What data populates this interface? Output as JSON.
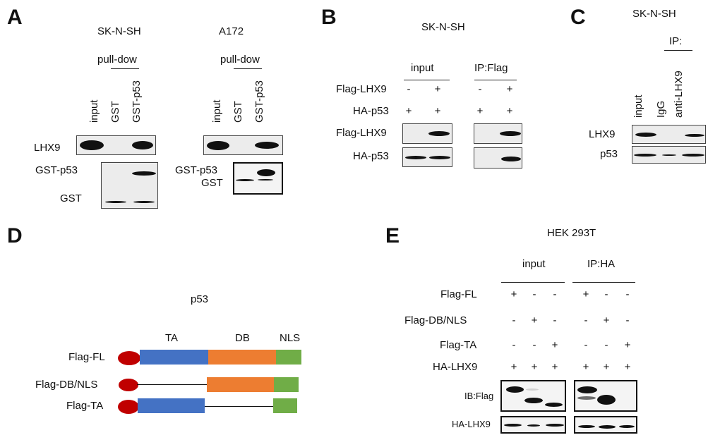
{
  "panels": {
    "A": {
      "label": "A",
      "cell_lines": [
        "SK-N-SH",
        "A172"
      ],
      "group_label": "pull-dow",
      "lanes": [
        "input",
        "GST",
        "GST-p53"
      ],
      "rows": [
        "LHX9",
        "GST-p53",
        "GST"
      ]
    },
    "B": {
      "label": "B",
      "cell_line": "SK-N-SH",
      "groups": [
        "input",
        "IP:Flag"
      ],
      "conditions": [
        {
          "name": "Flag-LHX9",
          "signs": [
            "-",
            "+",
            "-",
            "+"
          ]
        },
        {
          "name": "HA-p53",
          "signs": [
            "+",
            "+",
            "+",
            "+"
          ]
        }
      ],
      "rows": [
        "Flag-LHX9",
        "HA-p53"
      ]
    },
    "C": {
      "label": "C",
      "cell_line": "SK-N-SH",
      "group_label": "IP:",
      "lanes": [
        "input",
        "IgG",
        "anti-LHX9"
      ],
      "rows": [
        "LHX9",
        "p53"
      ]
    },
    "D": {
      "label": "D",
      "title": "p53",
      "domains": [
        "TA",
        "DB",
        "NLS"
      ],
      "constructs": [
        "Flag-FL",
        "Flag-DB/NLS",
        "Flag-TA"
      ],
      "colors": {
        "tag": "#c00000",
        "TA": "#4472c4",
        "DB": "#ed7d31",
        "NLS": "#70ad47"
      }
    },
    "E": {
      "label": "E",
      "cell_line": "HEK 293T",
      "groups": [
        "input",
        "IP:HA"
      ],
      "conditions": [
        {
          "name": "Flag-FL",
          "signs": [
            "+",
            "-",
            "-",
            "+",
            "-",
            "-"
          ]
        },
        {
          "name": "Flag-DB/NLS",
          "signs": [
            "-",
            "+",
            "-",
            "-",
            "+",
            "-"
          ]
        },
        {
          "name": "Flag-TA",
          "signs": [
            "-",
            "-",
            "+",
            "-",
            "-",
            "+"
          ]
        },
        {
          "name": "HA-LHX9",
          "signs": [
            "+",
            "+",
            "+",
            "+",
            "+",
            "+"
          ]
        }
      ],
      "rows": [
        "IB:Flag",
        "HA-LHX9"
      ]
    }
  }
}
